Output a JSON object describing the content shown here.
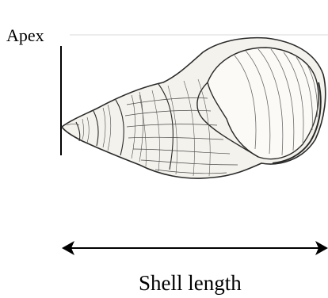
{
  "labels": {
    "apex": "Apex",
    "shell_length": "Shell length"
  },
  "illustration": "snail-shell-engraving",
  "colors": {
    "ink": "#000000",
    "shell_fill": "#f4f2ec",
    "shell_stroke": "#2a2a2a",
    "hatching": "#4a4a4a",
    "background": "#ffffff",
    "faint_line": "#d8d8d8"
  }
}
